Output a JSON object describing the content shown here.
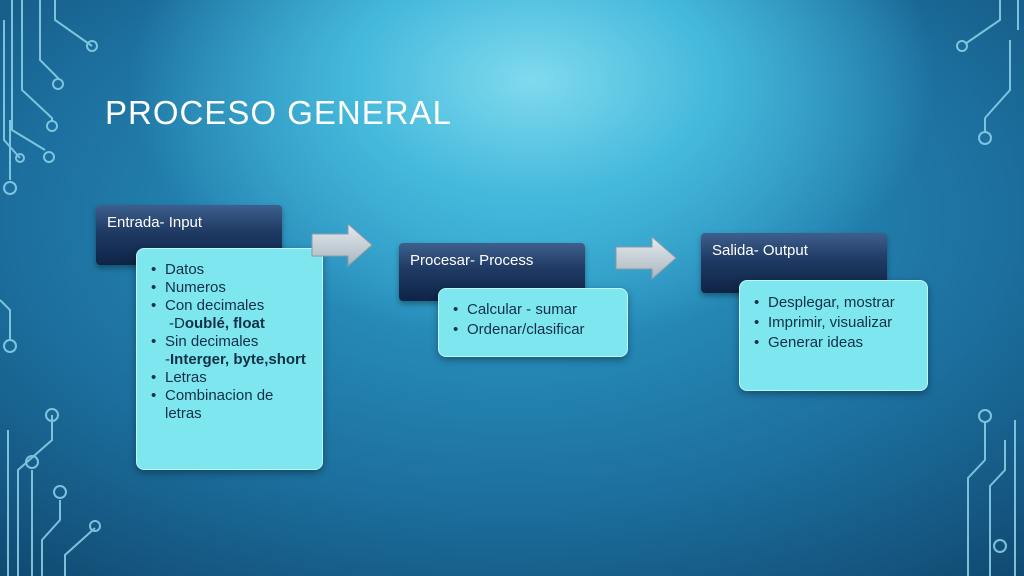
{
  "slide": {
    "title": "Proceso General"
  },
  "steps": {
    "input": {
      "header": "Entrada- Input",
      "items": [
        "Datos",
        "Numeros",
        "Con decimales",
        "Sin decimales",
        "Letras",
        "Combinacion de letras"
      ],
      "decimal_detail_prefix": "-D",
      "decimal_detail_bold": "oublé, float",
      "nondecimal_detail_prefix": "-",
      "nondecimal_detail_bold": "Interger, byte,short"
    },
    "process": {
      "header": "Procesar- Process",
      "items": [
        "Calcular  - sumar",
        "Ordenar/clasificar"
      ]
    },
    "output": {
      "header": "Salida- Output",
      "items": [
        "Desplegar, mostrar",
        "Imprimir, visualizar",
        "Generar ideas"
      ]
    }
  },
  "colors": {
    "header_fill": "#1f3a63",
    "content_fill": "#7de6ee",
    "arrow_fill": "#c9d3da"
  }
}
